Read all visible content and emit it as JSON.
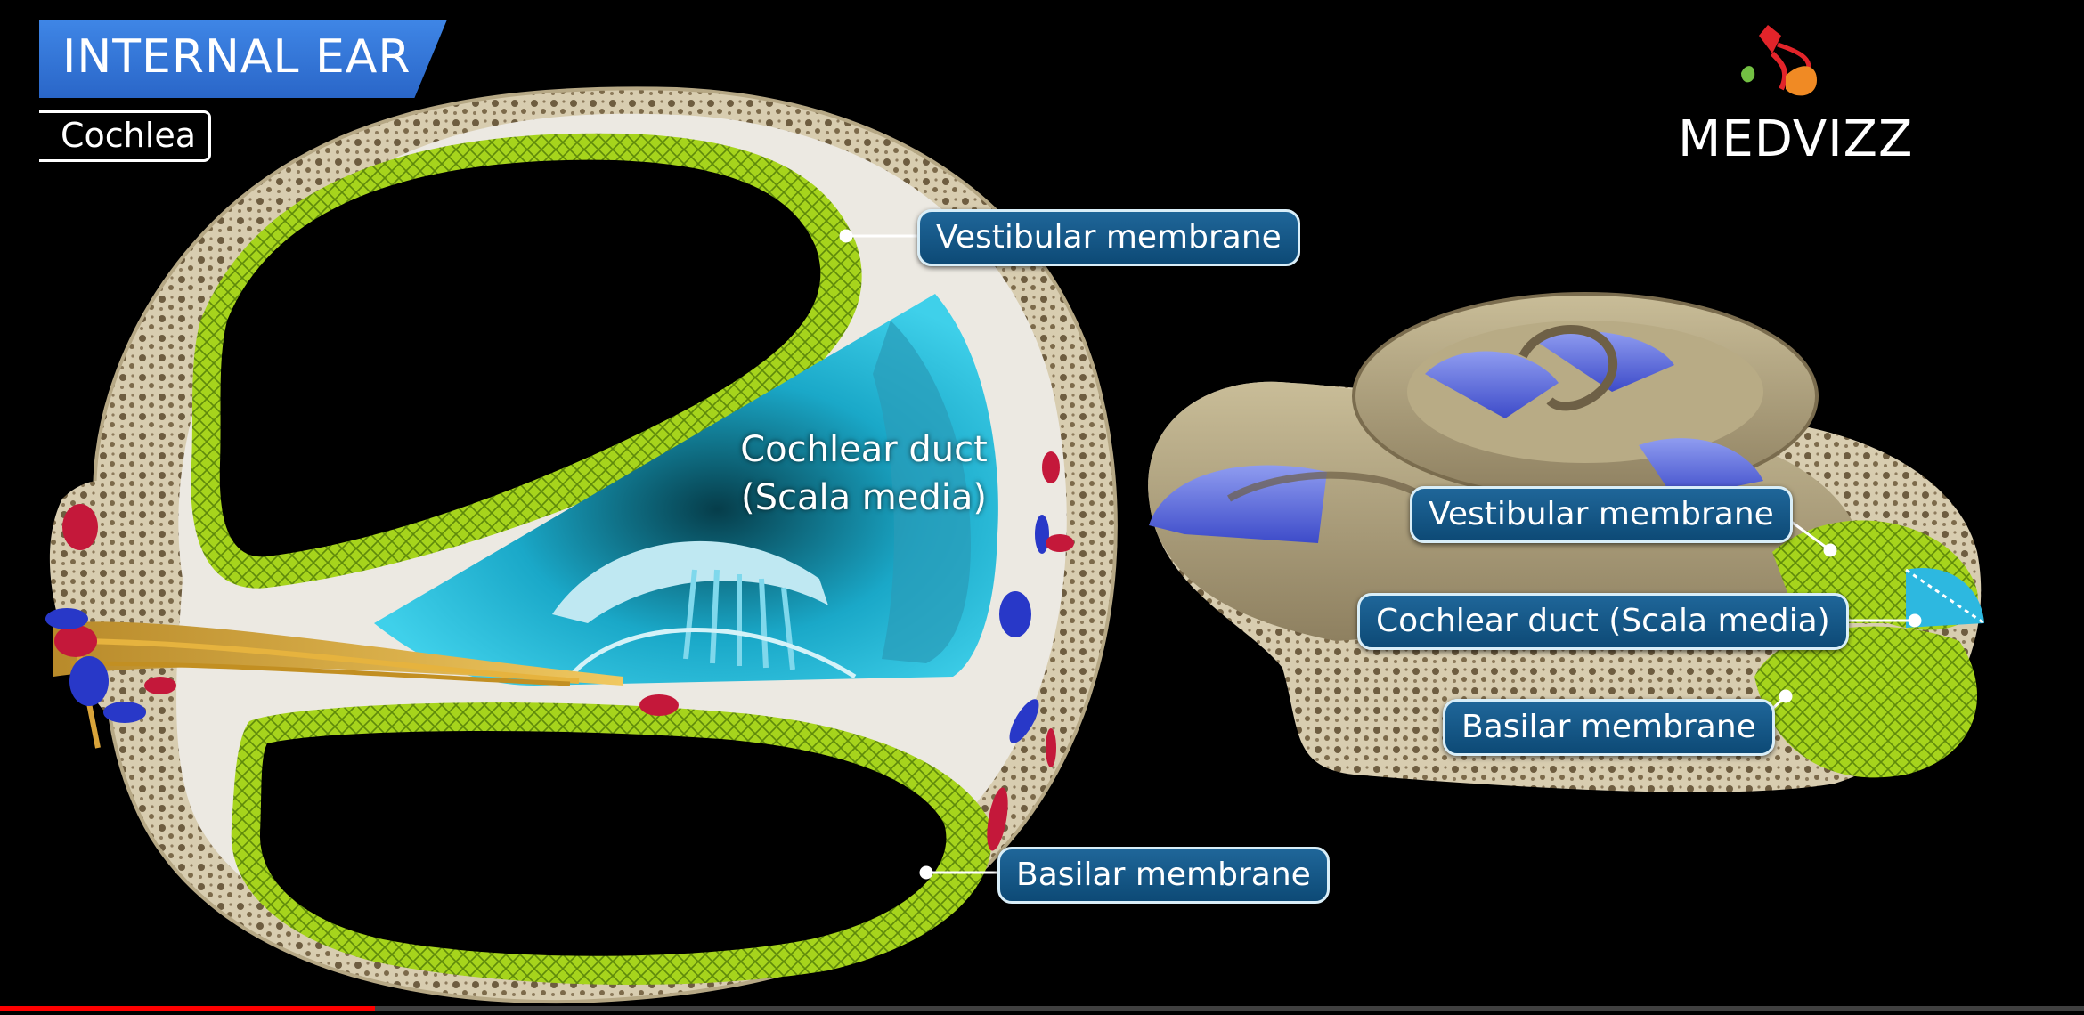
{
  "header": {
    "title": "INTERNAL EAR",
    "subtitle": "Cochlea"
  },
  "logo": {
    "brand": "MEDVIZZ"
  },
  "left_diagram": {
    "center_label_line1": "Cochlear duct",
    "center_label_line2": "(Scala media)",
    "callouts": {
      "vestibular": "Vestibular membrane",
      "basilar": "Basilar membrane"
    }
  },
  "right_diagram": {
    "callouts": {
      "vestibular": "Vestibular membrane",
      "cochlear_duct": "Cochlear duct (Scala media)",
      "basilar": "Basilar membrane"
    }
  },
  "video": {
    "progress": 0.18
  },
  "colors": {
    "banner": "#3f86e6",
    "label_bg": "#0d4a76",
    "bone": "#d9cdb0",
    "membrane_green": "#9ecf1a",
    "endolymph_cyan": "#22b8d6",
    "progress": "#ff0000"
  }
}
